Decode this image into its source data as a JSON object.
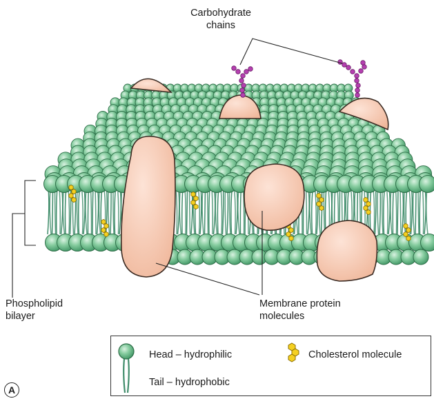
{
  "labels": {
    "carbohydrate_line1": "Carbohydrate",
    "carbohydrate_line2": "chains",
    "phospholipid_line1": "Phospholipid",
    "phospholipid_line2": "bilayer",
    "protein_line1": "Membrane protein",
    "protein_line2": "molecules"
  },
  "legend": {
    "head": "Head – hydrophilic",
    "tail": "Tail – hydrophobic",
    "cholesterol": "Cholesterol molecule"
  },
  "panel": "A",
  "colors": {
    "head_fill": "#7fc79a",
    "head_stroke": "#2e6e48",
    "tail": "#3f8c6a",
    "protein_fill": "#f6c7b0",
    "protein_stroke": "#3a2a22",
    "carbohydrate": "#b53fb0",
    "cholesterol": "#f5d020"
  }
}
